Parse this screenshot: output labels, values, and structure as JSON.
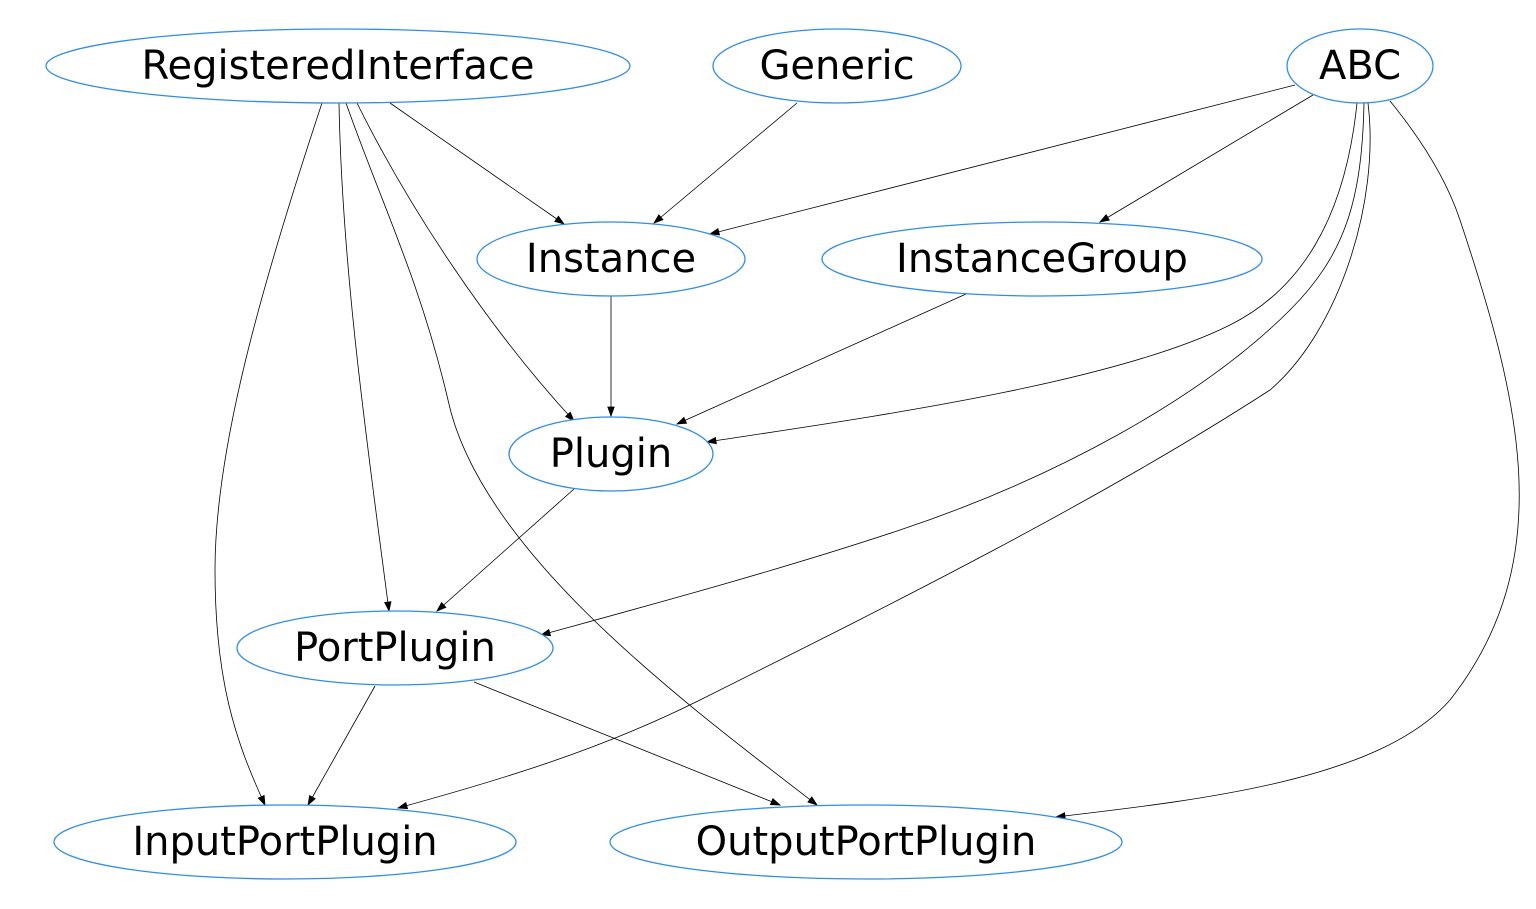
{
  "diagram": {
    "nodes": [
      {
        "id": "RegisteredInterface",
        "label": "RegisteredInterface"
      },
      {
        "id": "Generic",
        "label": "Generic"
      },
      {
        "id": "ABC",
        "label": "ABC"
      },
      {
        "id": "Instance",
        "label": "Instance"
      },
      {
        "id": "InstanceGroup",
        "label": "InstanceGroup"
      },
      {
        "id": "Plugin",
        "label": "Plugin"
      },
      {
        "id": "PortPlugin",
        "label": "PortPlugin"
      },
      {
        "id": "InputPortPlugin",
        "label": "InputPortPlugin"
      },
      {
        "id": "OutputPortPlugin",
        "label": "OutputPortPlugin"
      }
    ],
    "edges": [
      {
        "from": "RegisteredInterface",
        "to": "Instance"
      },
      {
        "from": "Generic",
        "to": "Instance"
      },
      {
        "from": "ABC",
        "to": "Instance"
      },
      {
        "from": "ABC",
        "to": "InstanceGroup"
      },
      {
        "from": "Instance",
        "to": "Plugin"
      },
      {
        "from": "RegisteredInterface",
        "to": "Plugin"
      },
      {
        "from": "InstanceGroup",
        "to": "Plugin"
      },
      {
        "from": "ABC",
        "to": "Plugin"
      },
      {
        "from": "Plugin",
        "to": "PortPlugin"
      },
      {
        "from": "RegisteredInterface",
        "to": "PortPlugin"
      },
      {
        "from": "ABC",
        "to": "PortPlugin"
      },
      {
        "from": "PortPlugin",
        "to": "InputPortPlugin"
      },
      {
        "from": "RegisteredInterface",
        "to": "InputPortPlugin"
      },
      {
        "from": "ABC",
        "to": "InputPortPlugin"
      },
      {
        "from": "PortPlugin",
        "to": "OutputPortPlugin"
      },
      {
        "from": "RegisteredInterface",
        "to": "OutputPortPlugin"
      },
      {
        "from": "ABC",
        "to": "OutputPortPlugin"
      }
    ]
  }
}
